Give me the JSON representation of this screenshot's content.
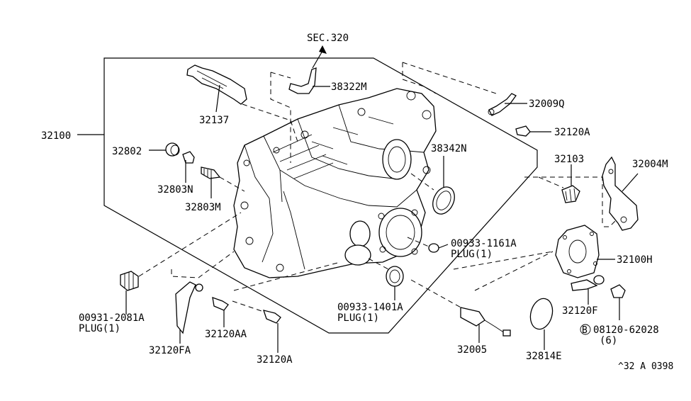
{
  "colors": {
    "ink": "#000000",
    "background": "#ffffff"
  },
  "labels": {
    "sec": "SEC.320",
    "p38322m": "38322M",
    "p32137": "32137",
    "p32100": "32100",
    "p32802": "32802",
    "p32803n": "32803N",
    "p32803m": "32803M",
    "p38342n": "38342N",
    "p32009q": "32009Q",
    "p32120a_top": "32120A",
    "p32103": "32103",
    "p32004m": "32004M",
    "p00933_1161a": "00933-1161A",
    "plug1_a": "PLUG(1)",
    "p32100h": "32100H",
    "p00931_2081a": "00931-2081A",
    "plug1_b": "PLUG(1)",
    "p00933_1401a": "00933-1401A",
    "plug1_c": "PLUG(1)",
    "p32120f": "32120F",
    "p32120aa": "32120AA",
    "b_marker": "B",
    "p08120_62028": "08120-62028",
    "qty6": "(6)",
    "p32120fa": "32120FA",
    "p32005": "32005",
    "p32814e": "32814E",
    "p32120a_bottom": "32120A",
    "ref_code": "^32 A 0398"
  }
}
